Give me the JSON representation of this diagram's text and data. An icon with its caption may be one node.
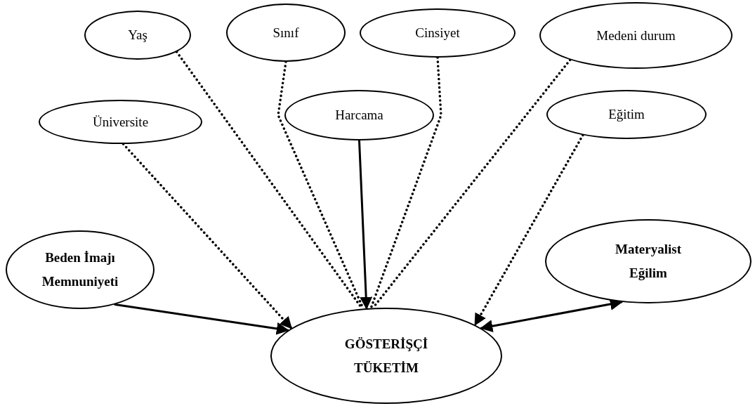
{
  "diagram": {
    "nodes": [
      {
        "text": [
          "Yaş"
        ]
      },
      {
        "text": [
          "Sınıf"
        ]
      },
      {
        "text": [
          "Cinsiyet"
        ]
      },
      {
        "text": [
          "Medeni durum"
        ]
      },
      {
        "text": [
          "Üniversite"
        ]
      },
      {
        "text": [
          "Harcama"
        ]
      },
      {
        "text": [
          "Eğitim"
        ]
      },
      {
        "text": [
          "Beden İmajı Memnuniyeti"
        ]
      },
      {
        "text": [
          "Materyalist Eğilim"
        ]
      },
      {
        "text": [
          "GÖSTERİŞÇİ TÜKETİM"
        ]
      }
    ],
    "edges": [
      {
        "from": 0,
        "to": 9,
        "arrow": "none",
        "style": "dashed"
      },
      {
        "from": 1,
        "to": 9,
        "arrow": "none",
        "style": "dashed"
      },
      {
        "from": 2,
        "to": 9,
        "arrow": "none",
        "style": "dashed"
      },
      {
        "from": 3,
        "to": 9,
        "arrow": "none",
        "style": "dashed"
      },
      {
        "from": 5,
        "to": 9,
        "arrow": "to"
      },
      {
        "from": 4,
        "to": 9,
        "arrow": "to",
        "style": "dashed"
      },
      {
        "from": 7,
        "to": 9,
        "arrow": "to"
      },
      {
        "from": 6,
        "to": 9,
        "arrow": "to",
        "style": "dashed"
      },
      {
        "from": 9,
        "to": 8,
        "arrow": "both"
      }
    ]
  }
}
